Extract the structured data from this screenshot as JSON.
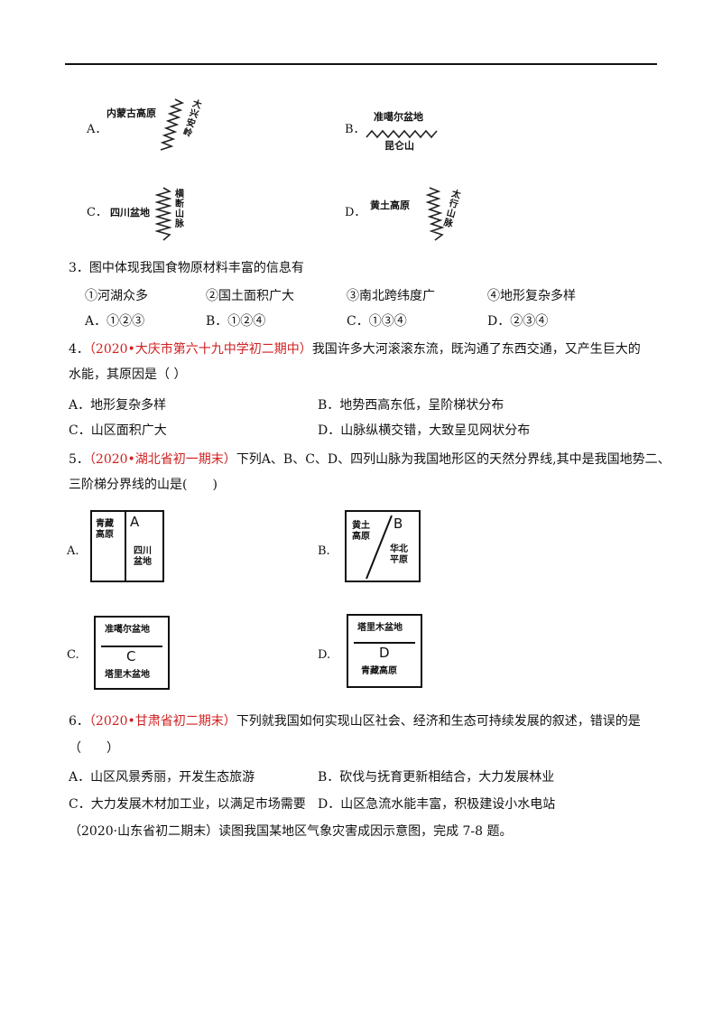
{
  "q2_options": {
    "A": {
      "label": "A．",
      "region": "内蒙古高原",
      "mountain": "大兴安岭"
    },
    "B": {
      "label": "B．",
      "region": "准噶尔盆地",
      "mountain": "昆仑山"
    },
    "C": {
      "label": "C．",
      "region": "四川盆地",
      "mountain": "横断山脉"
    },
    "D": {
      "label": "D．",
      "region": "黄土高原",
      "mountain": "太行山脉"
    }
  },
  "q3": {
    "stem": "3．图中体现我国食物原材料丰富的信息有",
    "items": [
      "①河湖众多",
      "②国土面积广大",
      "③南北跨纬度广",
      "④地形复杂多样"
    ],
    "choices": [
      "A．①②③",
      "B．①②④",
      "C．①③④",
      "D．②③④"
    ]
  },
  "q4": {
    "num": "4．",
    "source": "（2020•大庆市第六十九中学初二期中）",
    "stem_line1": "我国许多大河滚滚东流，既沟通了东西交通，又产生巨大的",
    "stem_line2": "水能，其原因是（ ）",
    "choices": [
      "A．地形复杂多样",
      "B．地势西高东低，呈阶梯状分布",
      "C．山区面积广大",
      "D．山脉纵横交错，大致呈见网状分布"
    ]
  },
  "q5": {
    "num": "5．",
    "source": "（2020•湖北省初一期末）",
    "stem_line1": "下列A、B、C、D、四列山脉为我国地形区的天然分界线,其中是我国地势二、",
    "stem_line2": "三阶梯分界线的山是(　　)",
    "options": {
      "A": {
        "label": "A.",
        "letter": "A",
        "left": "青藏高原",
        "right": "四川盆地"
      },
      "B": {
        "label": "B.",
        "letter": "B",
        "left": "黄土高原",
        "right": "华北平原"
      },
      "C": {
        "label": "C.",
        "letter": "C",
        "top": "准噶尔盆地",
        "bottom": "塔里木盆地"
      },
      "D": {
        "label": "D.",
        "letter": "D",
        "top": "塔里木盆地",
        "bottom": "青藏高原"
      }
    }
  },
  "q6": {
    "num": "6．",
    "source": "（2020•甘肃省初二期末）",
    "stem_line1": "下列就我国如何实现山区社会、经济和生态可持续发展的叙述，错误的是",
    "stem_line2": "（　　）",
    "choices": [
      "A．山区风景秀丽，开发生态旅游",
      "B．砍伐与抚育更新相结合，大力发展林业",
      "C．大力发展木材加工业，以满足市场需要",
      "D．山区急流水能丰富，积极建设小水电站"
    ]
  },
  "q78": {
    "text": "（2020·山东省初二期末）读图我国某地区气象灾害成因示意图，完成 7-8 题。"
  }
}
